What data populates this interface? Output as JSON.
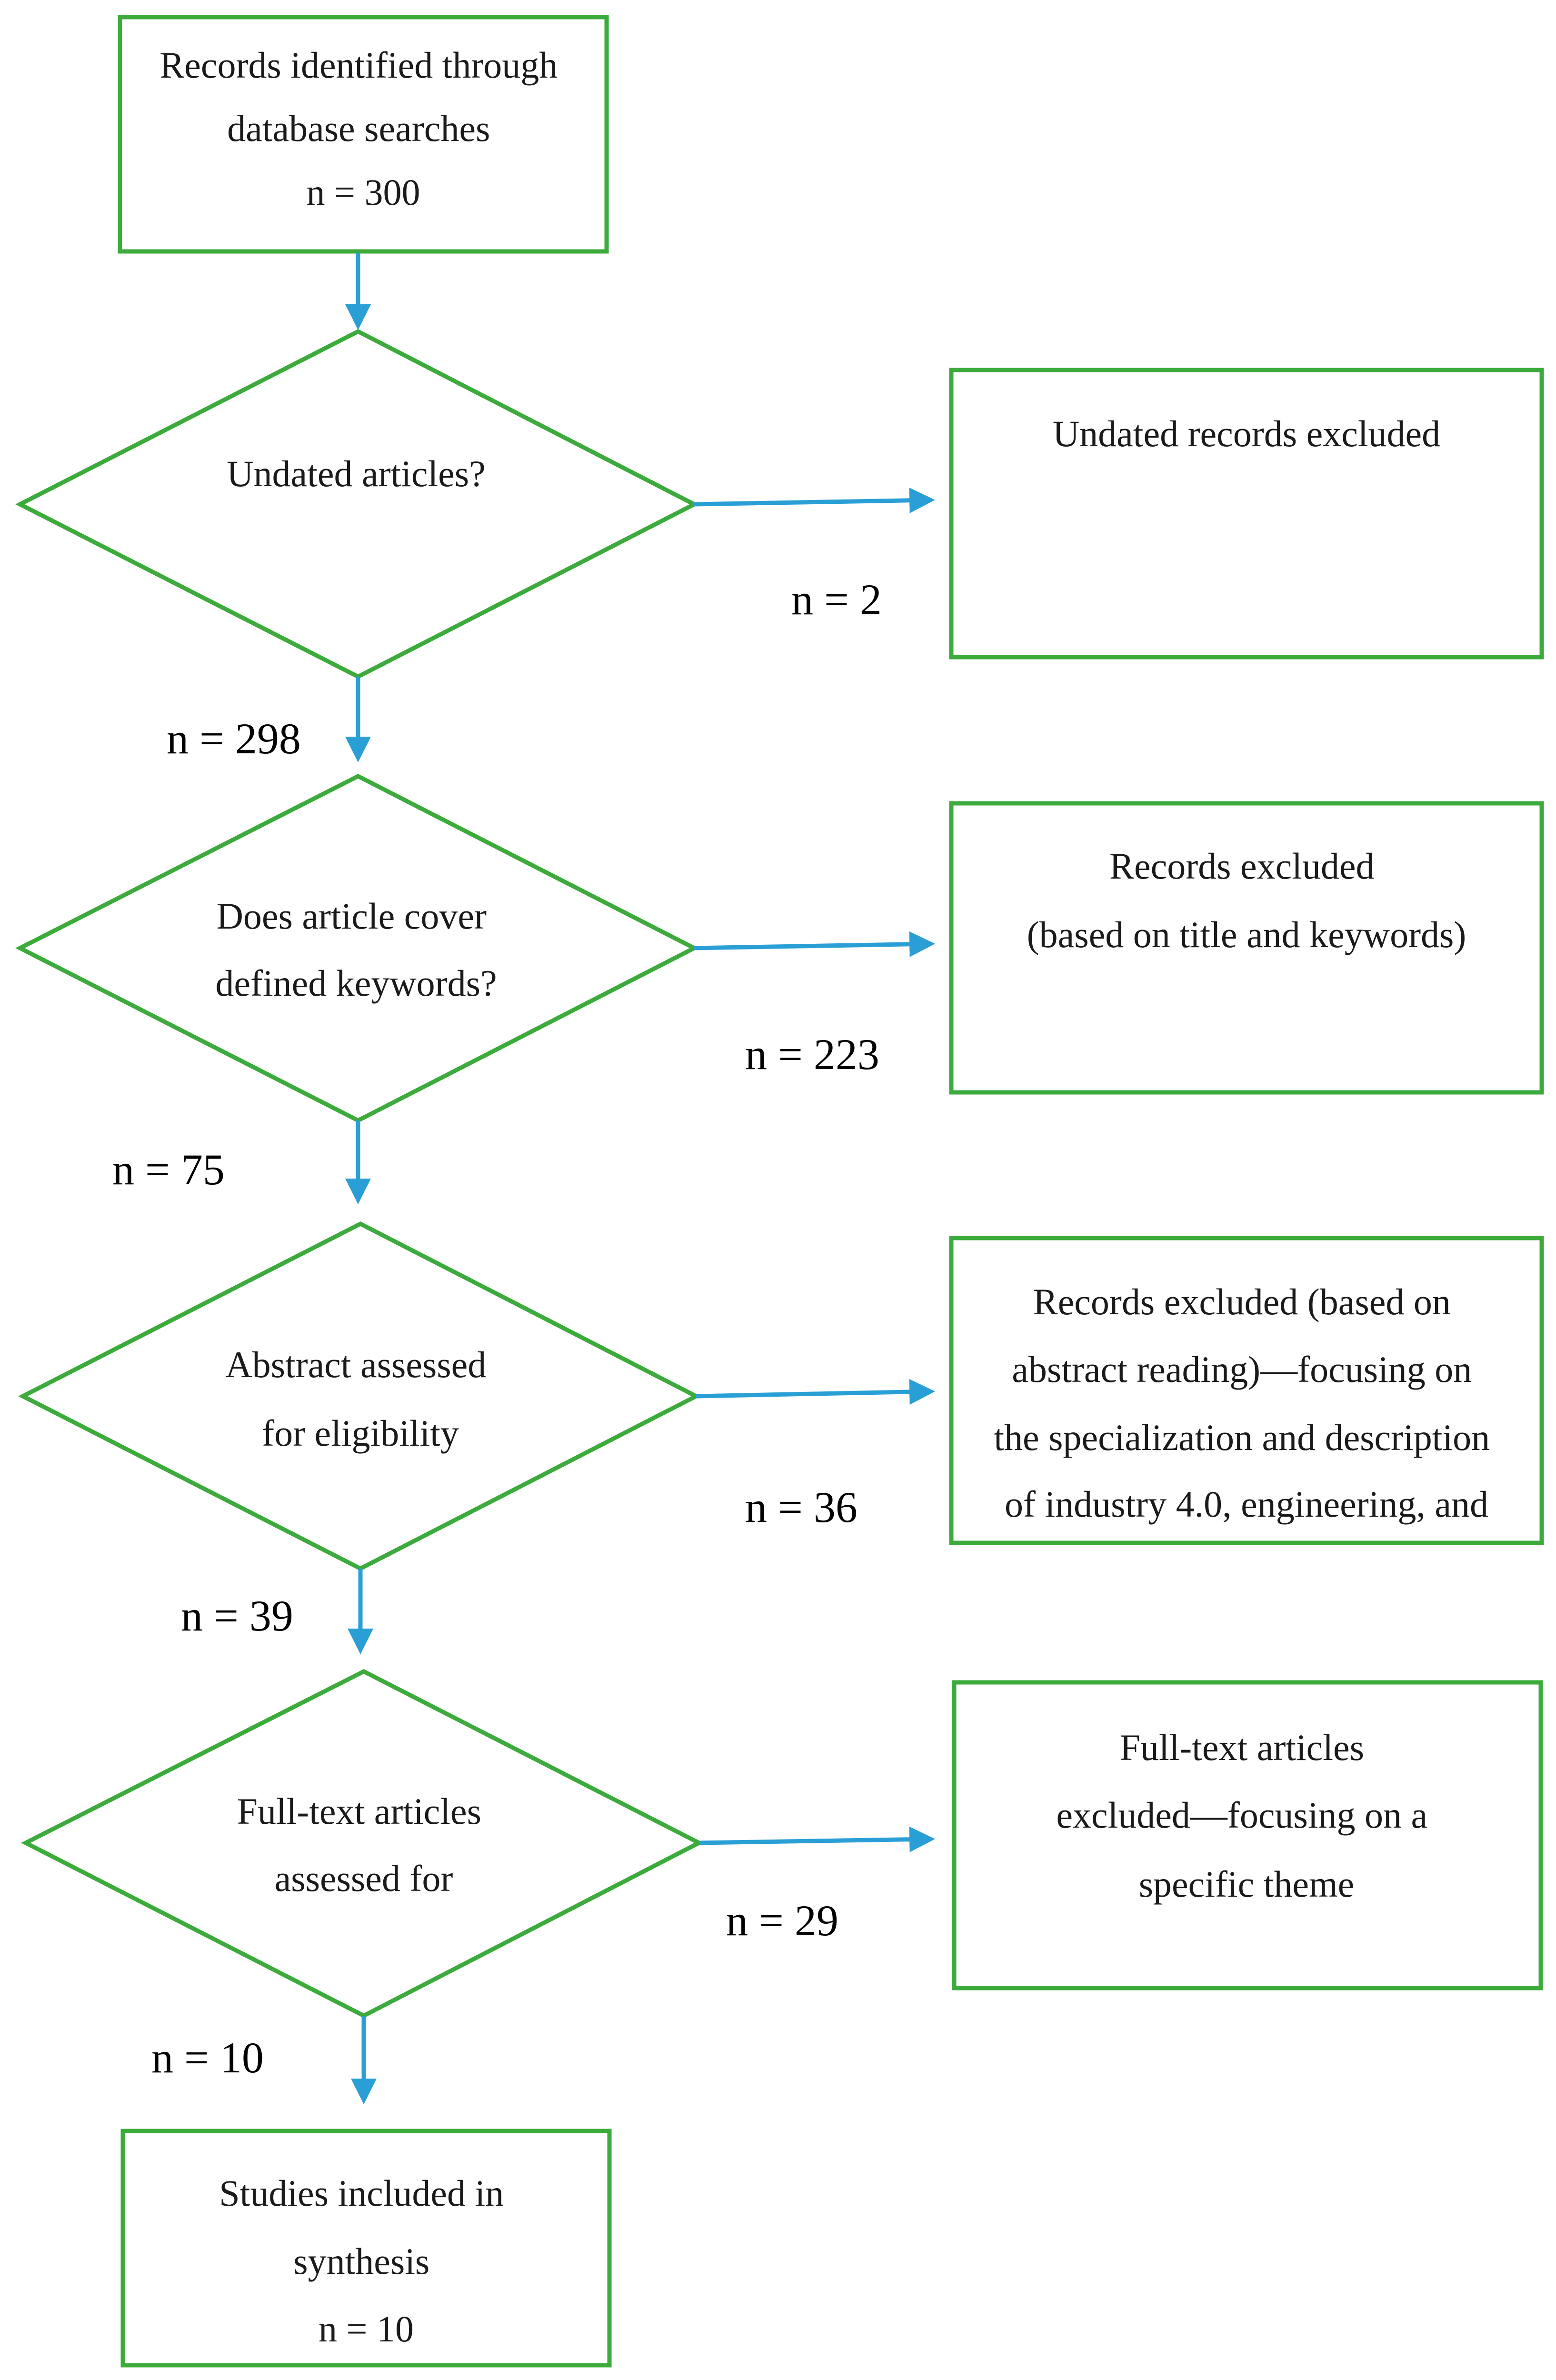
{
  "colors": {
    "shape_stroke": "#3cab3c",
    "arrow": "#2a9fd6",
    "text": "#1a1a1a",
    "background": "#ffffff"
  },
  "nodes": {
    "start": {
      "lines": [
        "Records identified through",
        "database searches",
        "n = 300"
      ]
    },
    "decision_1": {
      "lines": [
        "Undated articles?"
      ]
    },
    "excluded_1": {
      "lines": [
        "Undated records excluded"
      ]
    },
    "decision_2": {
      "lines": [
        "Does article cover",
        "defined keywords?"
      ]
    },
    "excluded_2": {
      "lines": [
        "Records excluded",
        "(based on title and keywords)"
      ]
    },
    "decision_3": {
      "lines": [
        "Abstract assessed",
        "for eligibility"
      ]
    },
    "excluded_3": {
      "lines": [
        "Records excluded (based on",
        "abstract reading)—focusing on",
        "the specialization and description",
        "of industry 4.0, engineering, and"
      ]
    },
    "decision_4": {
      "lines": [
        "Full-text articles",
        "assessed for"
      ]
    },
    "excluded_4": {
      "lines": [
        "Full-text articles",
        "excluded—focusing on a",
        "specific theme"
      ]
    },
    "end": {
      "lines": [
        "Studies included in",
        "synthesis",
        "n = 10"
      ]
    }
  },
  "counts": {
    "excluded_1": "n = 2",
    "remaining_1": "n = 298",
    "excluded_2": "n = 223",
    "remaining_2": "n = 75",
    "excluded_3": "n = 36",
    "remaining_3": "n = 39",
    "excluded_4": "n = 29",
    "remaining_4": "n = 10"
  }
}
